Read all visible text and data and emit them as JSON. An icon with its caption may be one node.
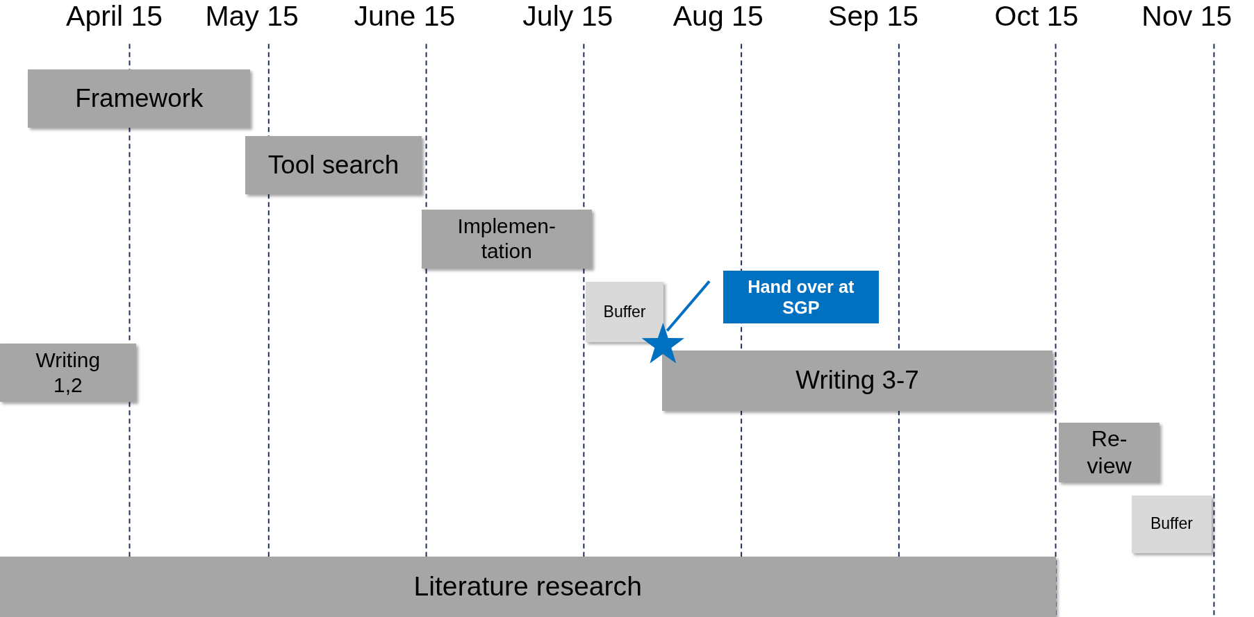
{
  "diagram": {
    "nodes": [
      {
        "text": [
          "Framework"
        ]
      },
      {
        "text": [
          "Tool search"
        ]
      },
      {
        "text": [
          "Implemen- tation"
        ]
      },
      {
        "text": [
          "Buffer"
        ]
      },
      {
        "text": [
          "Writing 1,2"
        ]
      },
      {
        "text": [
          "Hand over at SGP"
        ]
      },
      {
        "text": [],
        "shape": "star"
      },
      {
        "text": [
          "Writing 3-7"
        ]
      },
      {
        "text": [
          "Re- view"
        ]
      },
      {
        "text": [
          "Buffer"
        ]
      },
      {
        "text": [
          "Literature research"
        ]
      }
    ],
    "edges": [
      {
        "from": 5,
        "to": 6,
        "arrow": "none"
      }
    ],
    "labels": [
      "April 15",
      "May 15",
      "June 15",
      "July 15",
      "Aug 15",
      "Sep 15",
      "Oct 15",
      "Nov 15"
    ]
  }
}
